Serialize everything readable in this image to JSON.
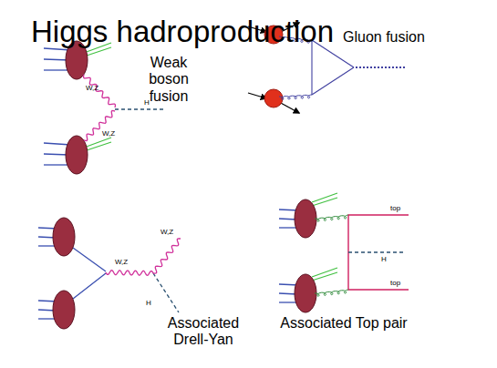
{
  "diagram": {
    "title": "Higgs hadroproduction",
    "labels": [
      "W,Z",
      "H",
      "W,Z",
      "Weak boson fusion",
      "Gluon fusion",
      "W,Z",
      "W,Z",
      "H",
      "Associated Drell-Yan",
      "top",
      "H",
      "top",
      "Associated Top pair"
    ]
  }
}
